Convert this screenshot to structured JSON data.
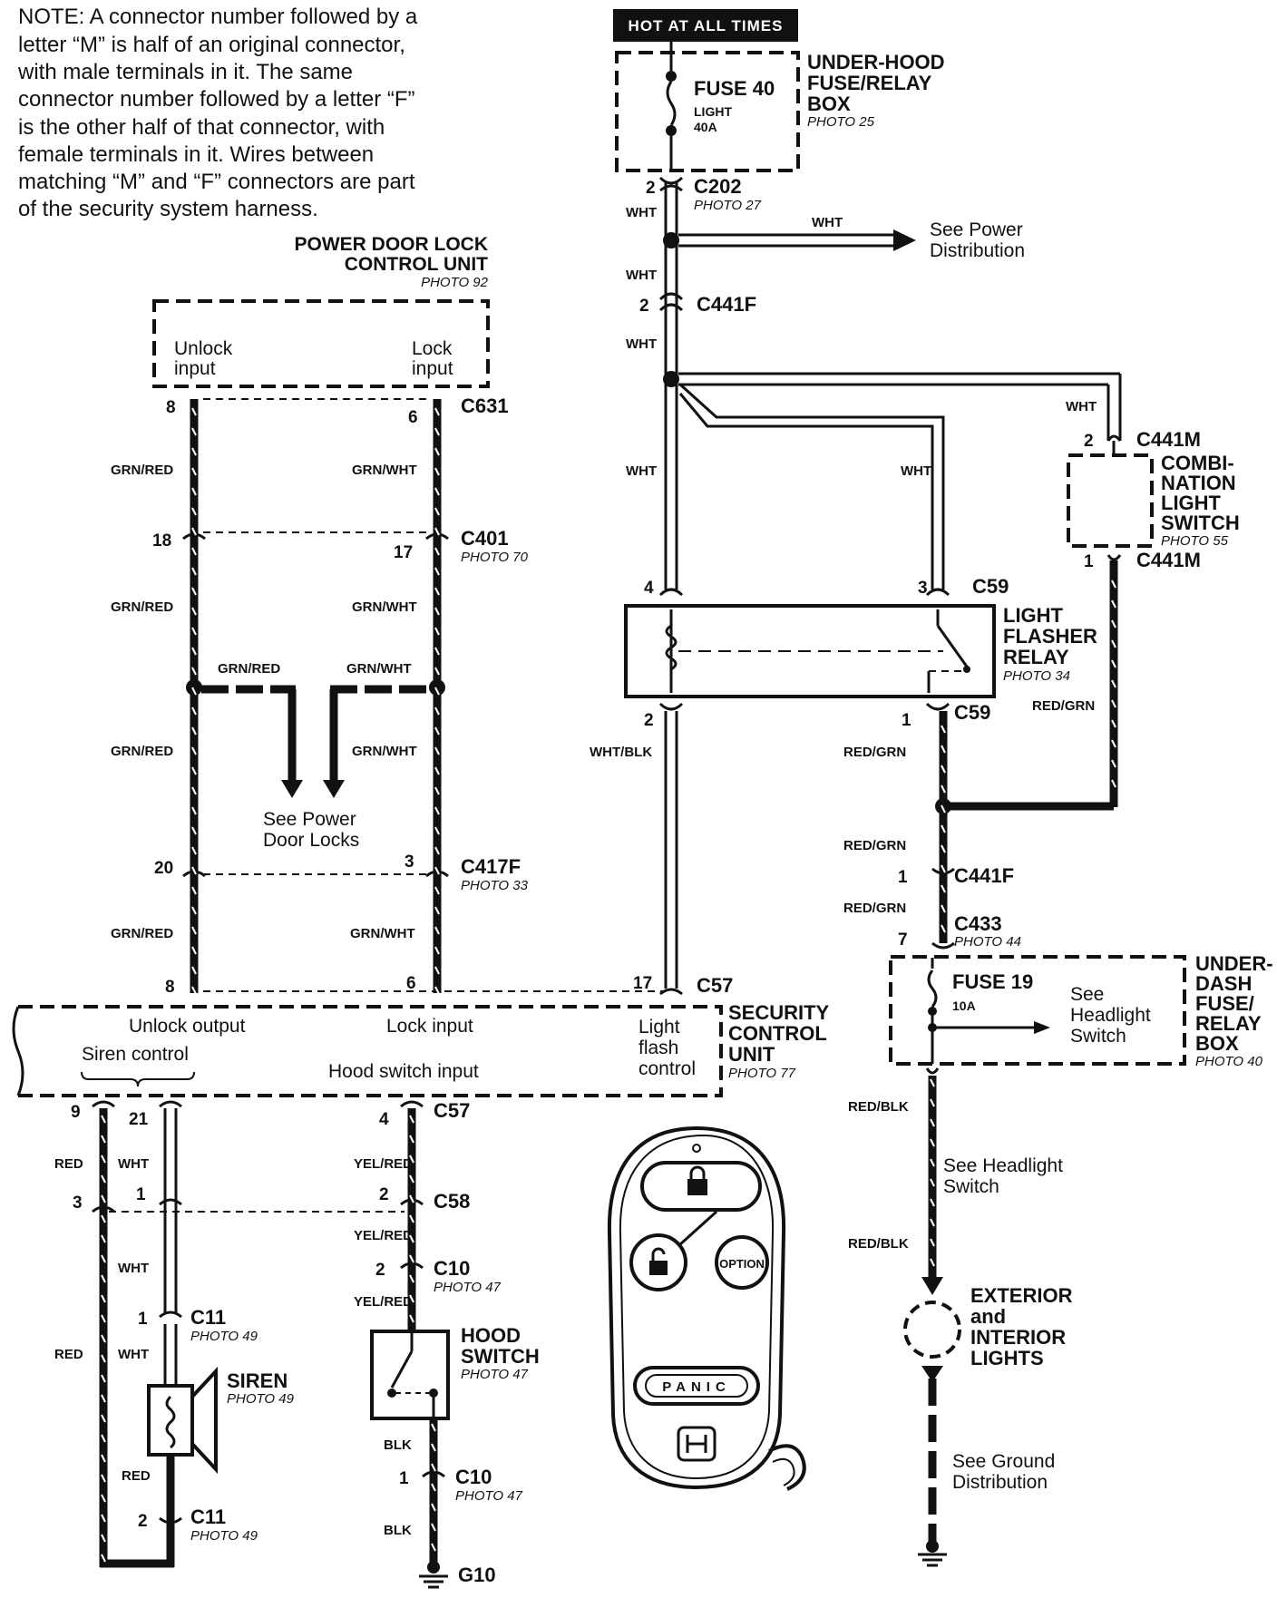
{
  "note_lines": [
    "NOTE: A connector number followed by a",
    "letter “M” is half of an original connector,",
    "with male terminals in it. The same",
    "connector number followed by a letter “F”",
    "is the other half of that connector, with",
    "female terminals in it. Wires between",
    "matching “M” and “F” connectors are part",
    "of the security system harness."
  ],
  "hot_label": "HOT AT ALL TIMES",
  "fuse_box": {
    "title": [
      "UNDER-HOOD",
      "FUSE/RELAY",
      "BOX"
    ],
    "photo": "PHOTO 25",
    "fuse": "FUSE 40",
    "fuse_name": "LIGHT",
    "fuse_amp": "40A"
  },
  "c202": {
    "name": "C202",
    "photo": "PHOTO 27",
    "pin": "2",
    "wire": "WHT"
  },
  "power_dist": {
    "wire": "WHT",
    "text": [
      "See Power",
      "Distribution"
    ]
  },
  "c441f_top": {
    "name": "C441F",
    "pin": "2",
    "wire_above": "WHT",
    "wire_below": "WHT"
  },
  "pdl_unit": {
    "title": [
      "POWER DOOR LOCK",
      "CONTROL UNIT"
    ],
    "photo": "PHOTO 92",
    "unlock": [
      "Unlock",
      "input"
    ],
    "lock": [
      "Lock",
      "input"
    ]
  },
  "c631": {
    "name": "C631",
    "pin_left": "8",
    "pin_right": "6"
  },
  "c401": {
    "name": "C401",
    "photo": "PHOTO 70",
    "pin_left": "18",
    "pin_right": "17"
  },
  "c417f": {
    "name": "C417F",
    "photo": "PHOTO 33",
    "pin_left": "20",
    "pin_right": "3"
  },
  "wires_left": {
    "grn_red": "GRN/RED",
    "grn_wht": "GRN/WHT"
  },
  "door_locks": [
    "See Power",
    "Door Locks"
  ],
  "c59": {
    "name": "C59",
    "pin4": "4",
    "pin3": "3",
    "pin2": "2",
    "pin1": "1"
  },
  "relay": {
    "title": [
      "LIGHT",
      "FLASHER",
      "RELAY"
    ],
    "photo": "PHOTO 34"
  },
  "combi": {
    "title": [
      "COMBI-",
      "NATION",
      "LIGHT",
      "SWITCH"
    ],
    "photo": "PHOTO 55",
    "conn_top": "C441M",
    "pin_top": "2",
    "conn_bot": "C441M",
    "pin_bot": "1"
  },
  "wire_labels": {
    "wht": "WHT",
    "wht_blk": "WHT/BLK",
    "red_grn": "RED/GRN",
    "red_blk": "RED/BLK",
    "red": "RED",
    "yel_red": "YEL/RED",
    "blk": "BLK"
  },
  "c441f_bot": {
    "name": "C441F",
    "pin": "1"
  },
  "c433": {
    "name": "C433",
    "photo": "PHOTO 44",
    "pin": "7"
  },
  "dash_box": {
    "title": [
      "UNDER-",
      "DASH",
      "FUSE/",
      "RELAY",
      "BOX"
    ],
    "photo": "PHOTO 40",
    "fuse": "FUSE 19",
    "amp": "10A",
    "see": [
      "See",
      "Headlight",
      "Switch"
    ]
  },
  "headlight": [
    "See Headlight",
    "Switch"
  ],
  "lights": {
    "title": [
      "EXTERIOR",
      "and",
      "INTERIOR",
      "LIGHTS"
    ]
  },
  "ground_dist": [
    "See Ground",
    "Distribution"
  ],
  "c57": {
    "name": "C57",
    "pin_8": "8",
    "pin_6": "6",
    "pin_17": "17",
    "pin_9": "9",
    "pin_21": "21",
    "pin_4": "4"
  },
  "scu": {
    "title": [
      "SECURITY",
      "CONTROL",
      "UNIT"
    ],
    "photo": "PHOTO 77",
    "unlock_out": "Unlock output",
    "lock_in": "Lock input",
    "light": [
      "Light",
      "flash",
      "control"
    ],
    "siren": "Siren control",
    "hood": "Hood switch input"
  },
  "c58": {
    "name": "C58",
    "pin_3": "3",
    "pin_1": "1",
    "pin_2": "2"
  },
  "c10a": {
    "name": "C10",
    "photo": "PHOTO 47",
    "pin": "2"
  },
  "c11a": {
    "name": "C11",
    "photo": "PHOTO 49",
    "pin": "1"
  },
  "siren": {
    "title": "SIREN",
    "photo": "PHOTO 49"
  },
  "hood": {
    "title": [
      "HOOD",
      "SWITCH"
    ],
    "photo": "PHOTO 47"
  },
  "c11b": {
    "name": "C11",
    "photo": "PHOTO 49",
    "pin": "2"
  },
  "c10b": {
    "name": "C10",
    "photo": "PHOTO 47",
    "pin": "1"
  },
  "g10": {
    "name": "G10"
  },
  "remote": {
    "panic": "PANIC",
    "option": "OPTION"
  }
}
